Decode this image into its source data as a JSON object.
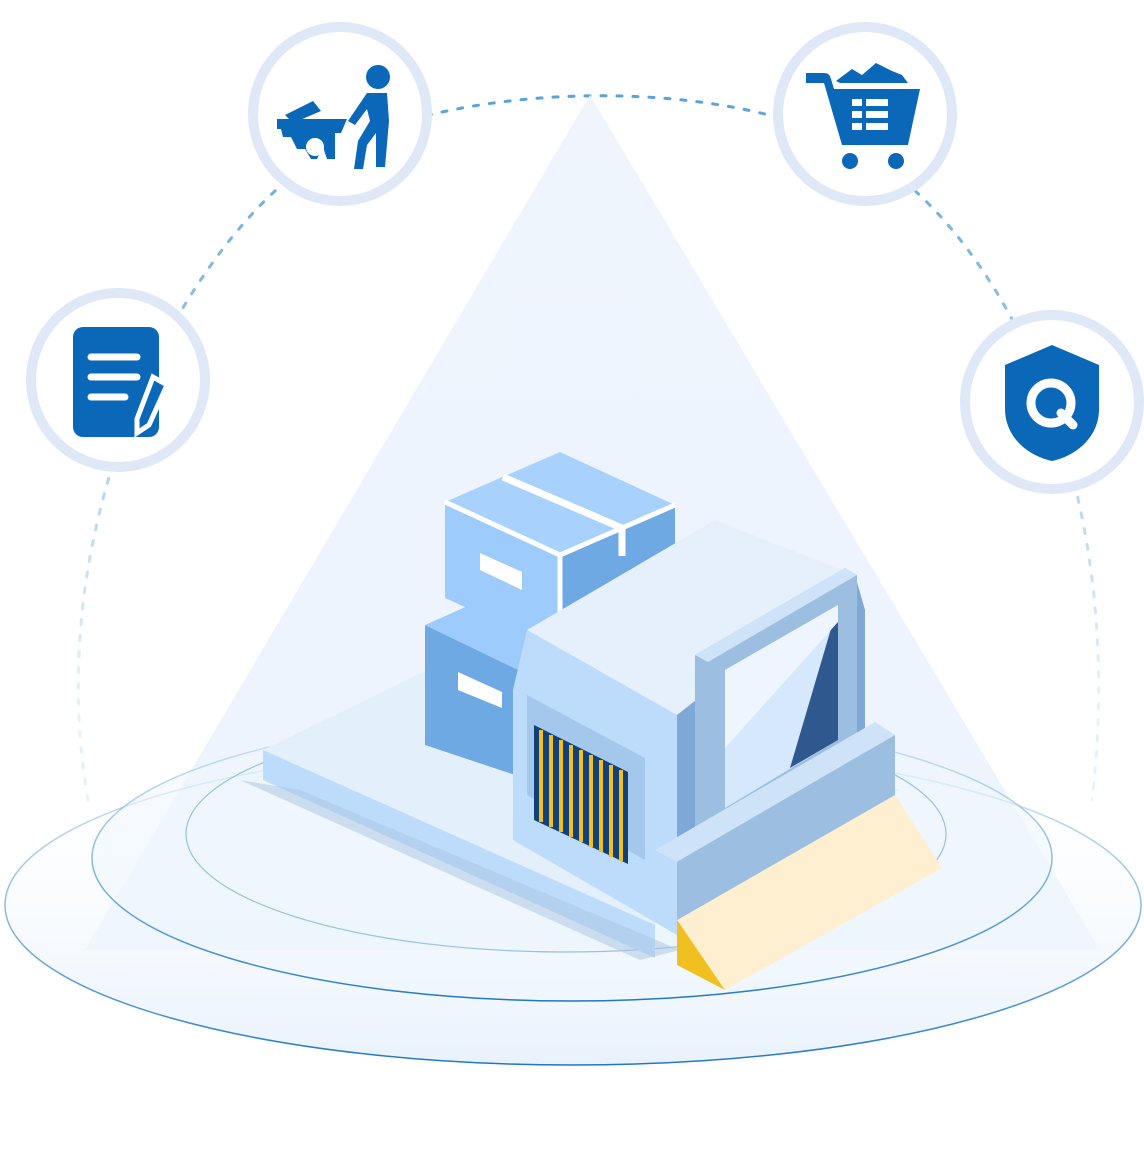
{
  "illustration": {
    "colors": {
      "icon_blue": "#0b67b8",
      "badge_ring": "#dfe8f7",
      "dotted_arc": "#5aa2dc",
      "beam": "#e3eefc",
      "box_light": "#9ccbfc",
      "box_mid": "#6fa9e4",
      "machine_top": "#e6f0fc",
      "machine_front": "#bddcfb",
      "machine_side": "#9cbee0",
      "conveyor_yellow": "#fdefcf",
      "accent_yellow": "#f0c020",
      "ring_stroke": "#1e78c2"
    },
    "badges": [
      {
        "key": "worker",
        "icon": "wheelbarrow-worker-icon"
      },
      {
        "key": "cart",
        "icon": "shopping-cart-icon"
      },
      {
        "key": "document",
        "icon": "document-edit-icon"
      },
      {
        "key": "shield",
        "icon": "quality-shield-icon"
      }
    ],
    "scene": [
      "inspection-machine",
      "cardboard-boxes",
      "conveyor-belt",
      "concentric-rings",
      "light-beam"
    ]
  }
}
